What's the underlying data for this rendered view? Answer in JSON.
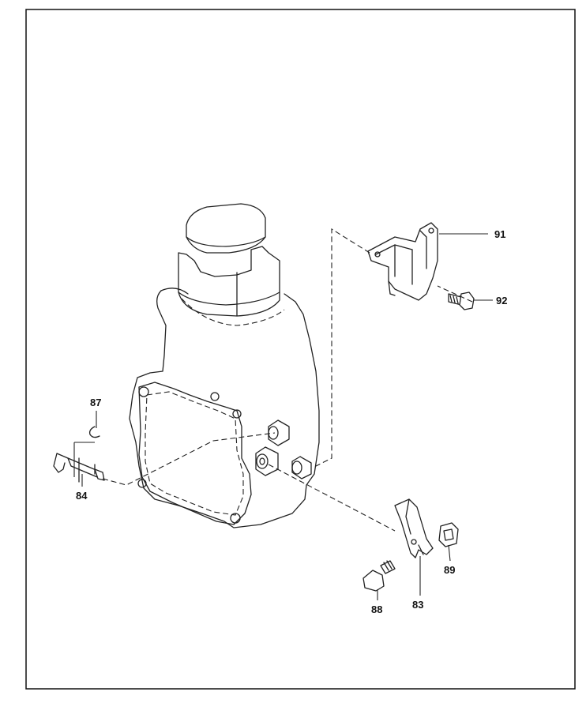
{
  "diagram": {
    "type": "exploded parts diagram",
    "callouts": {
      "c91": "91",
      "c92": "92",
      "c87": "87",
      "c84": "84",
      "c88": "88",
      "c83": "83",
      "c89": "89"
    }
  }
}
